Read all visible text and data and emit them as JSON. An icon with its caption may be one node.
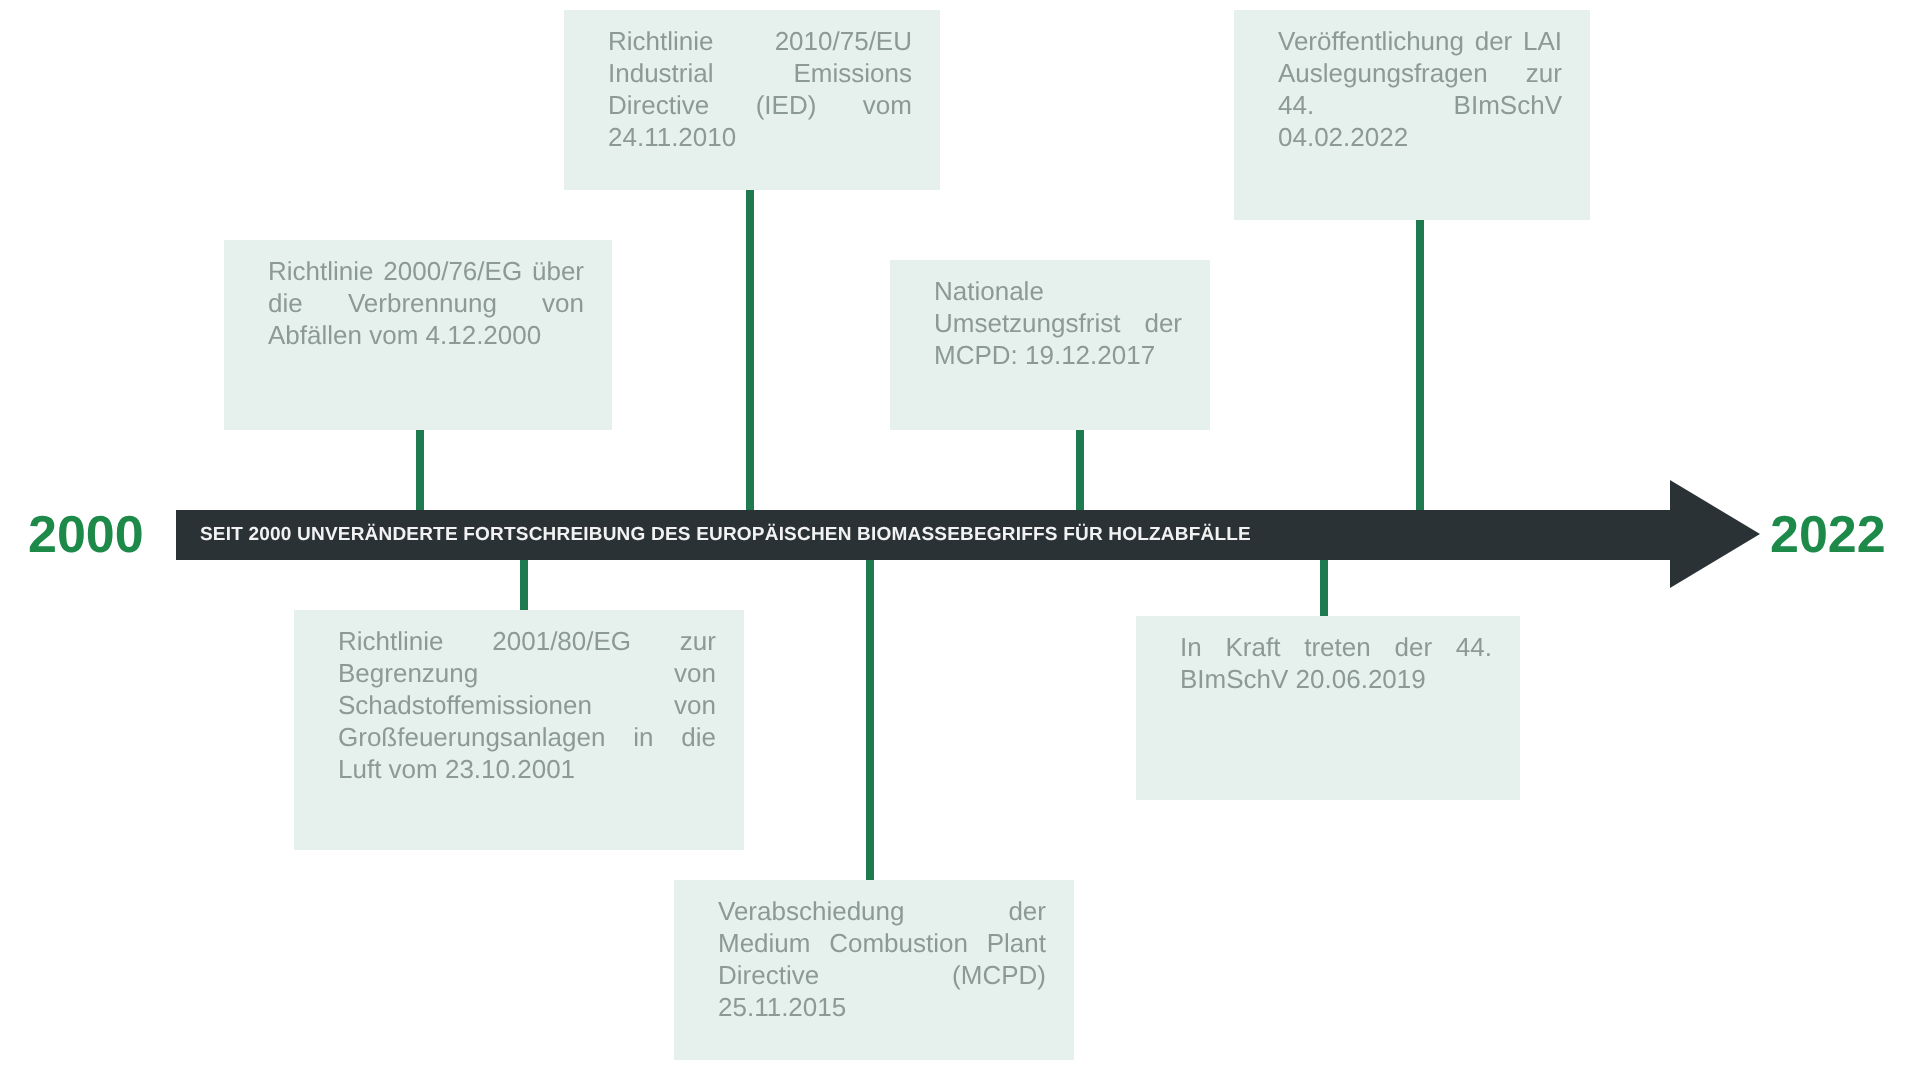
{
  "diagram": {
    "nodes": [
      {
        "text": [
          "SEIT 2000 UNVERÄNDERTE FORTSCHREIBUNG DES EUROPÄISCHEN BIOMASSEBEGRIFFS FÜR HOLZABFÄLLE"
        ]
      },
      {
        "text": [
          "Richtlinie 2000/76/EG über die Verbrennung von Abfällen vom 4.12.2000"
        ]
      },
      {
        "text": [
          "Richtlinie 2010/75/EU Industrial Emissions Directive (IED) vom 24.11.2010"
        ]
      },
      {
        "text": [
          "Nationale Umsetzungsfrist der MCPD: 19.12.2017"
        ]
      },
      {
        "text": [
          "Veröffentlichung der LAI Auslegungsfragen zur 44. BImSchV 04.02.2022"
        ]
      },
      {
        "text": [
          "Richtlinie 2001/80/EG zur Begrenzung von Schadstoffemissionen von Großfeuerungsanlagen in die Luft vom 23.10.2001"
        ]
      },
      {
        "text": [
          "Verabschiedung der Medium Combustion Plant Directive (MCPD) 25.11.2015"
        ]
      },
      {
        "text": [
          "In Kraft treten der 44. BImSchV 20.06.2019"
        ]
      }
    ],
    "edges": [
      {
        "from": 0,
        "to": 1,
        "arrow": "none"
      },
      {
        "from": 0,
        "to": 2,
        "arrow": "none"
      },
      {
        "from": 0,
        "to": 3,
        "arrow": "none"
      },
      {
        "from": 0,
        "to": 4,
        "arrow": "none"
      },
      {
        "from": 0,
        "to": 5,
        "arrow": "none"
      },
      {
        "from": 0,
        "to": 6,
        "arrow": "none"
      },
      {
        "from": 0,
        "to": 7,
        "arrow": "none"
      }
    ],
    "labels": [
      "2000",
      "2022"
    ]
  }
}
